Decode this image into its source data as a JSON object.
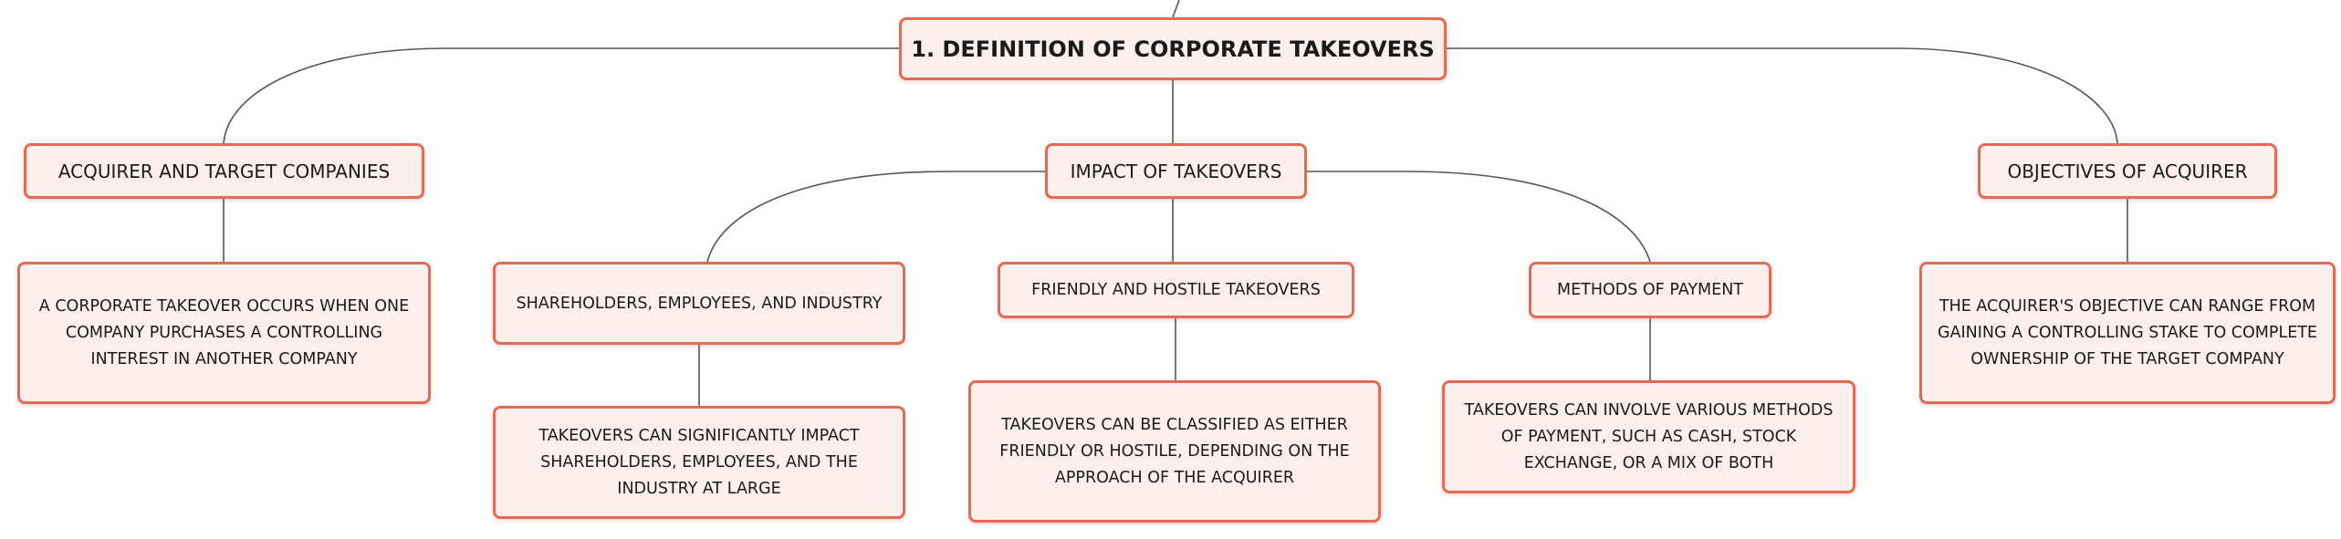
{
  "root": {
    "label": "1. DEFINITION OF CORPORATE TAKEOVERS"
  },
  "branches": {
    "acquirer": {
      "label": "ACQUIRER AND TARGET COMPANIES",
      "description": "A CORPORATE TAKEOVER OCCURS WHEN ONE COMPANY PURCHASES A CONTROLLING INTEREST IN ANOTHER COMPANY"
    },
    "impact": {
      "label": "IMPACT OF TAKEOVERS",
      "children": {
        "shareholders": {
          "label": "SHAREHOLDERS, EMPLOYEES, AND INDUSTRY",
          "description": "TAKEOVERS CAN SIGNIFICANTLY IMPACT SHAREHOLDERS, EMPLOYEES, AND THE INDUSTRY AT LARGE"
        },
        "friendly": {
          "label": "FRIENDLY AND HOSTILE TAKEOVERS",
          "description": "TAKEOVERS CAN BE CLASSIFIED AS EITHER FRIENDLY OR HOSTILE, DEPENDING ON THE APPROACH OF THE ACQUIRER"
        },
        "payment": {
          "label": "METHODS OF PAYMENT",
          "description": "TAKEOVERS CAN INVOLVE VARIOUS METHODS OF PAYMENT, SUCH AS CASH, STOCK EXCHANGE, OR A MIX OF BOTH"
        }
      }
    },
    "objectives": {
      "label": "OBJECTIVES OF ACQUIRER",
      "description": "THE ACQUIRER'S OBJECTIVE CAN RANGE FROM GAINING A CONTROLLING STAKE TO COMPLETE OWNERSHIP OF THE TARGET COMPANY"
    }
  },
  "colors": {
    "node_border": "#e46a53",
    "node_fill": "#fdf0ec",
    "connector": "#555555",
    "text": "#1a1a1a"
  }
}
